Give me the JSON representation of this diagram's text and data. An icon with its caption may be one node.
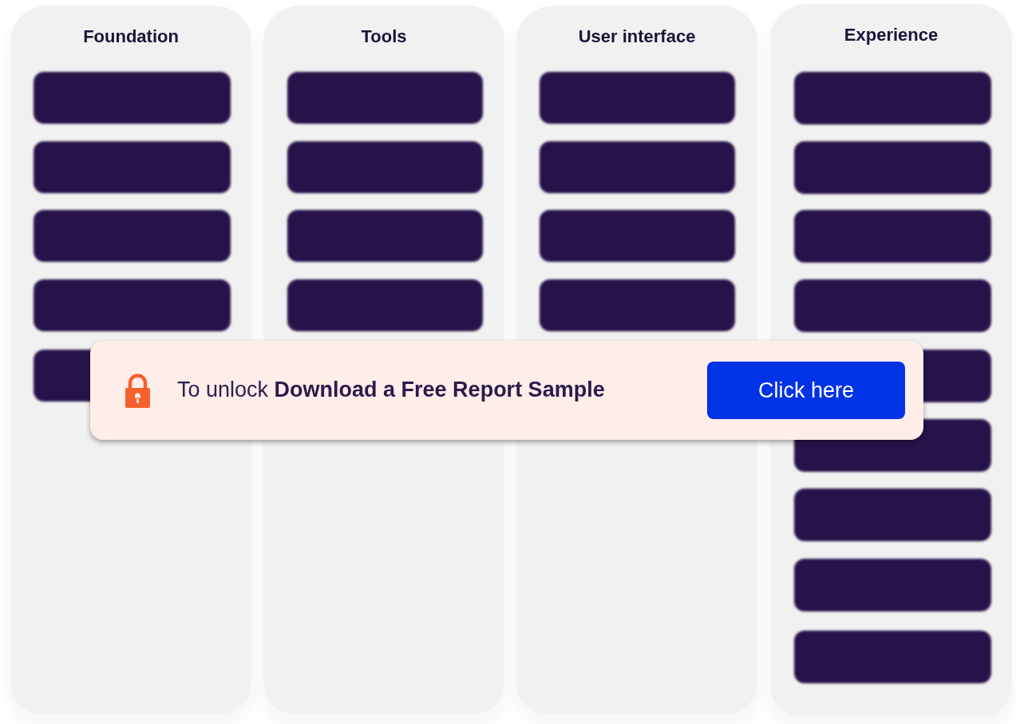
{
  "diagram": {
    "nodes": [
      {
        "text": [
          "Foundation"
        ]
      },
      {
        "text": [],
        "shape": "box",
        "in": 0
      },
      {
        "text": [],
        "shape": "box",
        "in": 0
      },
      {
        "text": [],
        "shape": "box",
        "in": 0
      },
      {
        "text": [],
        "shape": "box",
        "in": 0
      },
      {
        "text": [],
        "shape": "box",
        "in": 0
      },
      {
        "text": [
          "Tools"
        ]
      },
      {
        "text": [],
        "shape": "box",
        "in": 6
      },
      {
        "text": [],
        "shape": "box",
        "in": 6
      },
      {
        "text": [],
        "shape": "box",
        "in": 6
      },
      {
        "text": [],
        "shape": "box",
        "in": 6
      },
      {
        "text": [
          "User interface"
        ]
      },
      {
        "text": [],
        "shape": "box",
        "in": 11
      },
      {
        "text": [],
        "shape": "box",
        "in": 11
      },
      {
        "text": [],
        "shape": "box",
        "in": 11
      },
      {
        "text": [],
        "shape": "box",
        "in": 11
      },
      {
        "text": [
          "Experience"
        ]
      },
      {
        "text": [],
        "shape": "box",
        "in": 16
      },
      {
        "text": [],
        "shape": "box",
        "in": 16
      },
      {
        "text": [],
        "shape": "box",
        "in": 16
      },
      {
        "text": [],
        "shape": "box",
        "in": 16
      },
      {
        "text": [],
        "shape": "box",
        "in": 16
      },
      {
        "text": [],
        "shape": "box",
        "in": 16
      },
      {
        "text": [],
        "shape": "box",
        "in": 16
      },
      {
        "text": [],
        "shape": "box",
        "in": 16
      },
      {
        "text": [],
        "shape": "box",
        "in": 16
      },
      {
        "text": [
          "To unlock **Download a Free Report Sample**"
        ]
      },
      {
        "text": [
          "Click here"
        ],
        "in": 26
      }
    ]
  }
}
